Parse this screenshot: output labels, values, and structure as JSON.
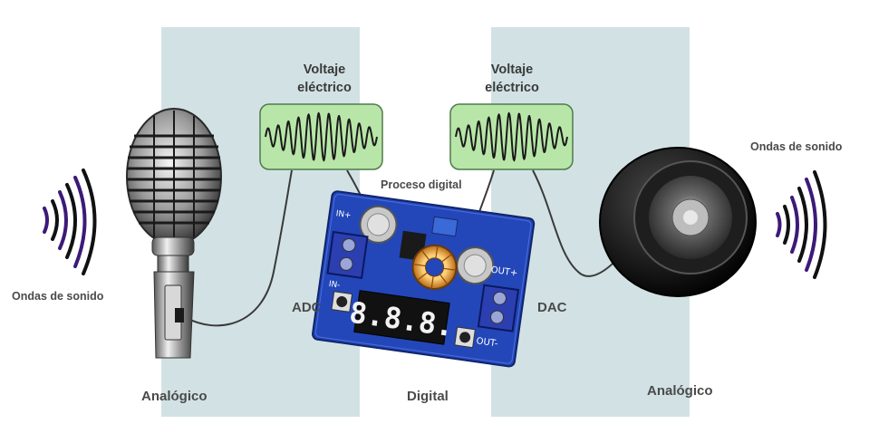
{
  "labels": {
    "voltage_left_line1": "Voltaje",
    "voltage_left_line2": "eléctrico",
    "voltage_right_line1": "Voltaje",
    "voltage_right_line2": "eléctrico",
    "sound_left": "Ondas de sonido",
    "sound_right": "Ondas de sonido",
    "digital_process": "Proceso digital",
    "adc": "ADC",
    "dac": "DAC",
    "analog_left": "Analógico",
    "digital": "Digital",
    "analog_right": "Analógico"
  },
  "board": {
    "display_digits": "8.8.8.",
    "out_plus": "OUT+",
    "out_minus": "OUT-",
    "in_plus": "IN+",
    "in_minus": "IN-"
  },
  "colors": {
    "band": "#d2e2e4",
    "wave_box_fill": "#b8e6a8",
    "wave_box_stroke": "#4f7a4a",
    "sound_wave_purple": "#3d1a78",
    "pcb_blue": "#2347b8"
  }
}
